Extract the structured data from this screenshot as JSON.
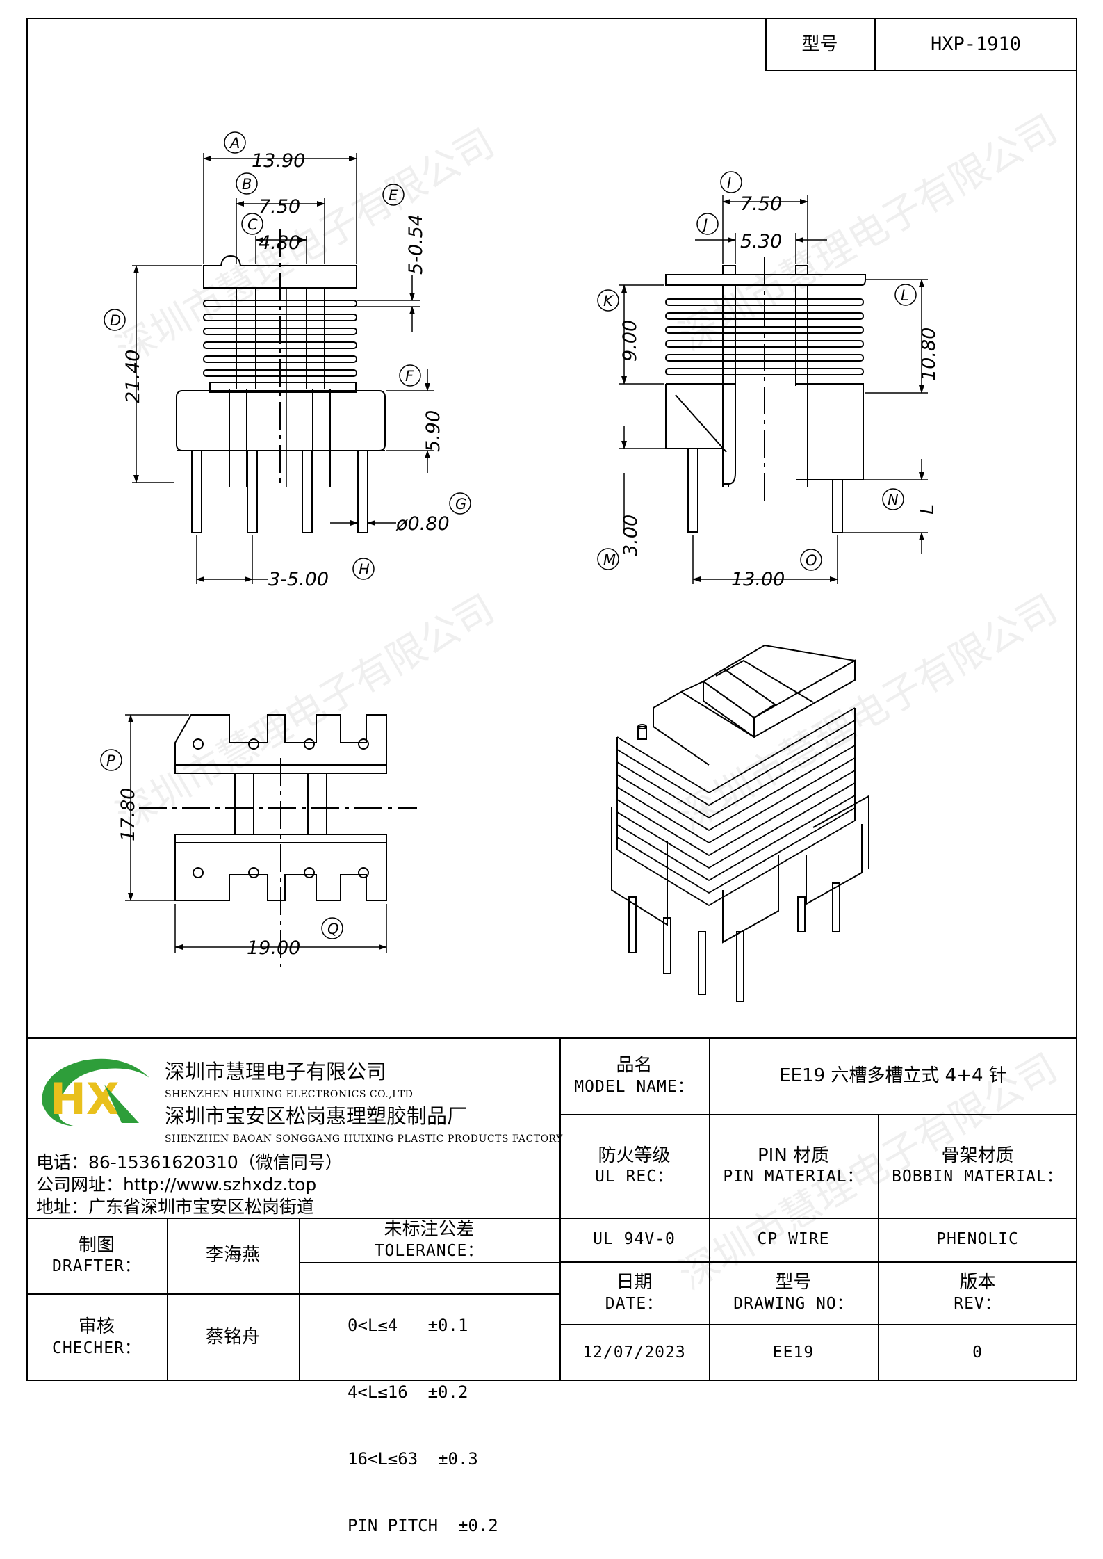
{
  "header": {
    "model_label": "型号",
    "model_value": "HXP-1910"
  },
  "dimensions": {
    "A": "A",
    "A_value": "13.90",
    "B": "B",
    "B_value": "7.50",
    "C": "C",
    "C_value": "4.80",
    "D": "D",
    "D_value": "21.40",
    "E": "E",
    "E_value": "5-0.54",
    "F": "F",
    "F_value": "5.90",
    "G": "G",
    "G_value": "ø0.80",
    "H": "H",
    "H_value": "3-5.00",
    "I": "I",
    "I_value": "7.50",
    "J": "J",
    "J_value": "5.30",
    "K": "K",
    "K_value": "9.00",
    "L": "L",
    "L_value": "10.80",
    "M": "M",
    "M_value": "3.00",
    "N": "N",
    "N_value": "L",
    "O": "O",
    "O_value": "13.00",
    "P": "P",
    "P_value": "17.80",
    "Q": "Q",
    "Q_value": "19.00"
  },
  "watermark": "深圳市慧理电子有限公司",
  "company": {
    "logo_letters": "HX",
    "name_cn": "深圳市慧理电子有限公司",
    "name_en": "SHENZHEN HUIXING ELECTRONICS CO.,LTD",
    "factory_cn": "深圳市宝安区松岗惠理塑胶制品厂",
    "factory_en": "SHENZHEN BAOAN SONGGANG HUIXING PLASTIC PRODUCTS FACTORY",
    "phone": "电话：86-15361620310（微信同号）",
    "website": "公司网址：http://www.szhxdz.top",
    "address": "地址：广东省深圳市宝安区松岗街道"
  },
  "titleblock": {
    "model_name_cn": "品名",
    "model_name_en": "MODEL NAME：",
    "model_name_value": "EE19 六槽多槽立式 4+4 针",
    "ul_cn": "防火等级",
    "ul_en": "UL REC：",
    "pin_cn": "PIN 材质",
    "pin_en": "PIN MATERIAL：",
    "bobbin_cn": "骨架材质",
    "bobbin_en": "BOBBIN MATERIAL：",
    "ul_value": "UL 94V-0",
    "pin_value": "CP WIRE",
    "bobbin_value": "PHENOLIC",
    "drafter_cn": "制图",
    "drafter_en": "DRAFTER：",
    "drafter_value": "李海燕",
    "checker_cn": "审核",
    "checker_en": "CHECHER：",
    "checker_value": "蔡铭舟",
    "tolerance_cn": "未标注公差",
    "tolerance_en": "TOLERANCE：",
    "tol_1": "0<L≤4   ±0.1",
    "tol_2": "4<L≤16  ±0.2",
    "tol_3": "16<L≤63  ±0.3",
    "tol_4": "PIN PITCH  ±0.2",
    "date_cn": "日期",
    "date_en": "DATE：",
    "date_value": "12/07/2023",
    "drawing_cn": "型号",
    "drawing_en": "DRAWING NO：",
    "drawing_value": "EE19",
    "rev_cn": "版本",
    "rev_en": "REV：",
    "rev_value": "0"
  },
  "colors": {
    "logo_green": "#2e9e3a",
    "logo_yellow": "#e9c01c",
    "line": "#000000"
  }
}
